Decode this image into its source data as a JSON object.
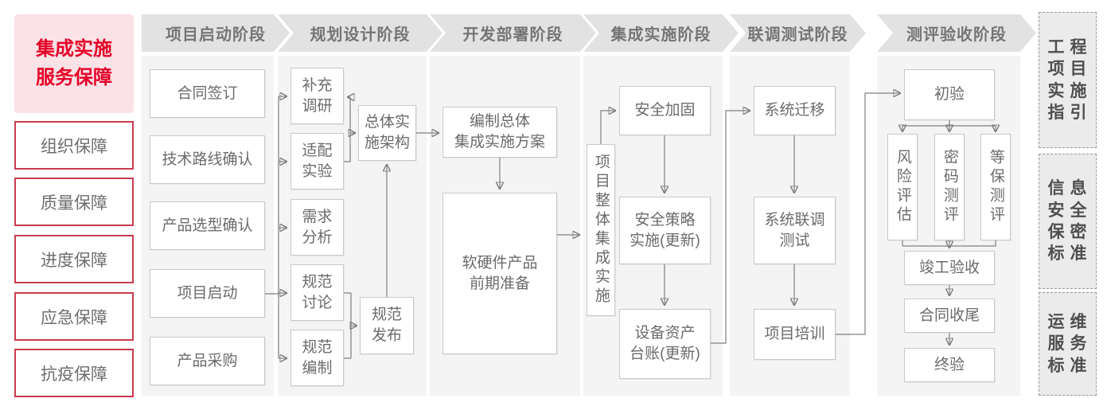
{
  "sidebar": {
    "title": "集成实施\n服务保障",
    "items": [
      "组织保障",
      "质量保障",
      "进度保障",
      "应急保障",
      "抗疫保障"
    ]
  },
  "phases": [
    {
      "label": "项目启动阶段",
      "boxes": [
        "合同签订",
        "技术路线确认",
        "产品选型确认",
        "项目启动",
        "产品采购"
      ]
    },
    {
      "label": "规划设计阶段",
      "boxes": [
        "补充\n调研",
        "适配\n实验",
        "需求\n分析",
        "规范\n讨论",
        "规范\n编制",
        "总体实\n施架构",
        "规范\n发布"
      ]
    },
    {
      "label": "开发部署阶段",
      "boxes": [
        "编制总体\n集成实施方案",
        "软硬件产品\n前期准备"
      ]
    },
    {
      "label": "集成实施阶段",
      "boxes": [
        "项目整体集成实施",
        "安全加固",
        "安全策略\n实施(更新)",
        "设备资产\n台账(更新)"
      ]
    },
    {
      "label": "联调测试阶段",
      "boxes": [
        "系统迁移",
        "系统联调\n测试",
        "项目培训"
      ]
    },
    {
      "label": "测评验收阶段",
      "boxes": [
        "初验",
        "风险评估",
        "密码测评",
        "等保测评",
        "竣工验收",
        "合同收尾",
        "终验"
      ]
    }
  ],
  "references": [
    "工程\n项目\n实施\n指引",
    "信息\n安全\n保密\n标准",
    "运维\n服务\n标准"
  ],
  "colors": {
    "accent_red": "#e60027",
    "red_border": "#cb3a4f",
    "pink_bg": "#fbe2e6",
    "banner_bg": "#e2e2e2",
    "panel_bg": "#f4f4f4",
    "line_gray": "#7f7f7f"
  }
}
